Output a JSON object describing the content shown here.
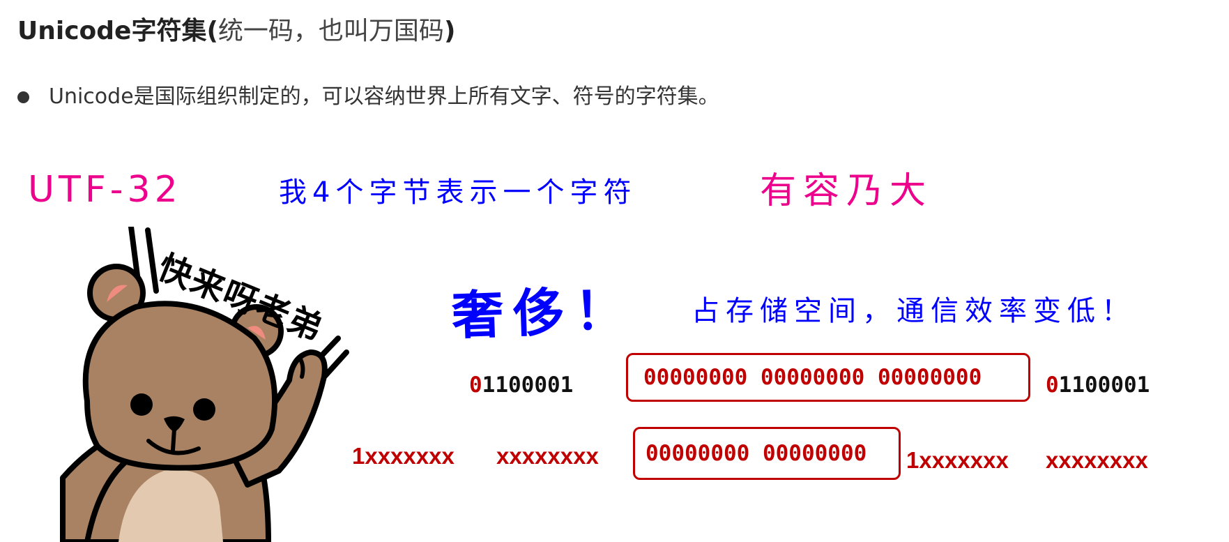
{
  "header": {
    "title_bold": "Unicode字符集(",
    "title_light": "统一码，也叫万国码",
    "title_close": ")"
  },
  "bullets": [
    {
      "text": "Unicode是国际组织制定的，可以容纳世界上所有文字、符号的字符集。"
    }
  ],
  "illustration": {
    "utf32_label": "UTF-32",
    "utf32_desc": "我4个字节表示一个字符",
    "utf32_praise": "有容乃大",
    "lavish": "奢侈！",
    "lavish_desc": "占存储空间，通信效率变低！",
    "bear_caption": "快来呀老弟",
    "bear_icon": "waving-bear-icon"
  },
  "encoding": {
    "row1": {
      "left": {
        "first": "0",
        "rest": "1100001"
      },
      "boxed": "00000000 00000000 00000000",
      "right": {
        "first": "0",
        "rest": "1100001"
      }
    },
    "row2": {
      "left_a": "1xxxxxxx",
      "left_b": "xxxxxxxx",
      "boxed": "00000000 00000000",
      "right_a": "1xxxxxxx",
      "right_b": "xxxxxxxx"
    }
  },
  "colors": {
    "pink": "#ec008c",
    "blue": "#0000ff",
    "red": "#c00000",
    "text": "#333333",
    "bear_fur": "#a88262",
    "bear_belly": "#e3c9b0",
    "bear_ear_inner": "#f08c7f"
  }
}
